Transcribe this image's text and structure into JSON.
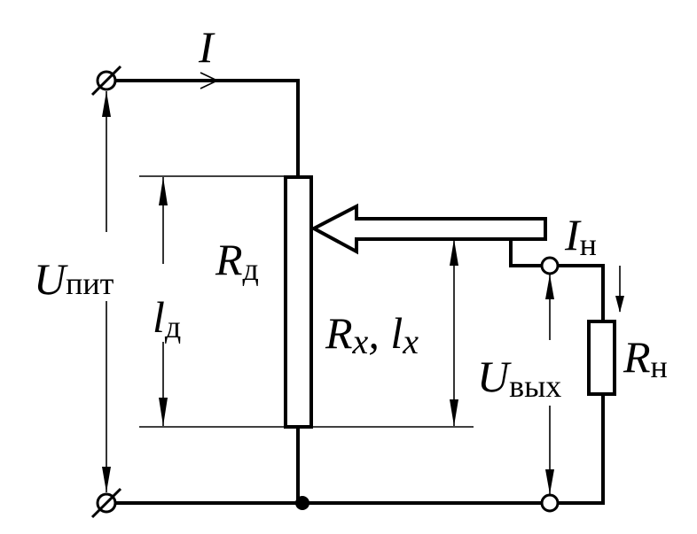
{
  "labels": {
    "current": "I",
    "supply_voltage_main": "U",
    "supply_voltage_sub": "пит",
    "divider_length_main": "l",
    "divider_length_sub": "д",
    "divider_resistance_main": "R",
    "divider_resistance_sub": "д",
    "partial_resistance_main": "R",
    "partial_resistance_sub": "x",
    "partial_separator": ", ",
    "partial_length_main": "l",
    "partial_length_sub": "x",
    "load_current_main": "I",
    "load_current_sub": "н",
    "output_voltage_main": "U",
    "output_voltage_sub": "вых",
    "load_resistance_main": "R",
    "load_resistance_sub": "н"
  }
}
